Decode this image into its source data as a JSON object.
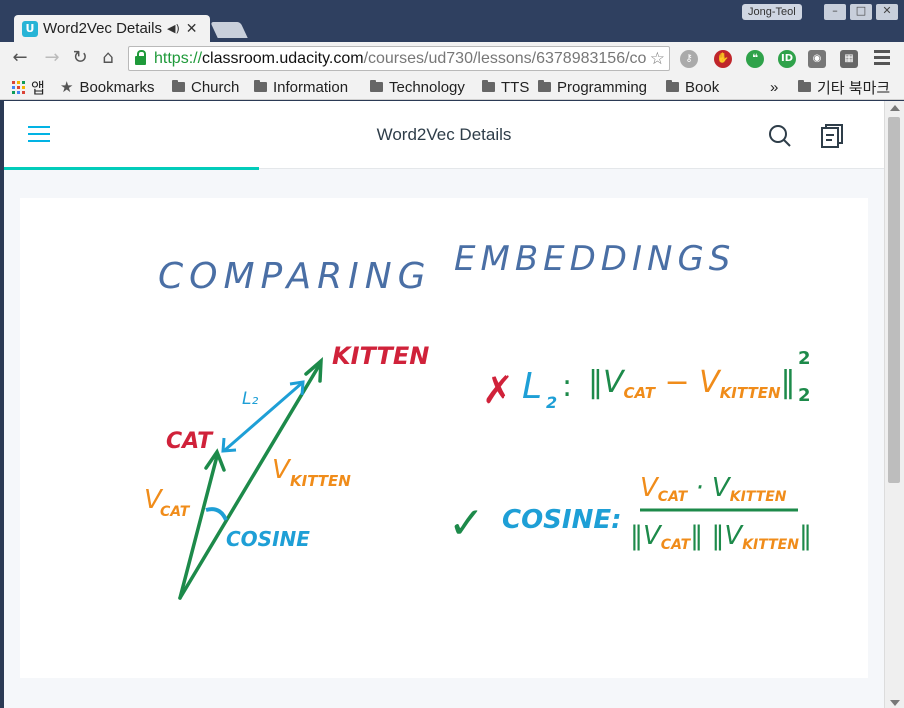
{
  "browser": {
    "tab": {
      "title": "Word2Vec Details",
      "audio_icon": "speaker-icon",
      "close_glyph": "✕"
    },
    "profile_name": "Jong-Teol",
    "url": {
      "scheme": "https://",
      "host": "classroom.udacity.com",
      "path": "/courses/ud730/lessons/6378983156/co"
    },
    "bookmarks": {
      "apps_label": "앱",
      "items": [
        "Bookmarks",
        "Church",
        "Information",
        "Technology",
        "TTS",
        "Programming",
        "Book"
      ],
      "overflow": "»",
      "other_label": "기타 북마크"
    }
  },
  "page": {
    "title": "Word2Vec Details",
    "progress_fraction": 0.29
  },
  "whiteboard": {
    "heading_left": "COMPARING",
    "heading_right": "EMBEDDINGS",
    "vector_labels": {
      "kitten": "KITTEN",
      "cat": "CAT",
      "l2": "L₂",
      "v_cat": "V",
      "v_cat_sub": "CAT",
      "v_kitten": "V",
      "v_kitten_sub": "KITTEN",
      "cosine": "COSINE"
    },
    "l2_formula": {
      "mark": "✗",
      "label": "L",
      "label_sub": "2",
      "colon": ":",
      "expression": "‖V",
      "sub1": "CAT",
      "minus": " − V",
      "sub2": "KITTEN",
      "close": "‖",
      "power": "2",
      "lower": "2"
    },
    "cosine_formula": {
      "mark": "✓",
      "label": "COSINE:",
      "numerator": "V",
      "num_sub1": "CAT",
      "num_dot": " · V",
      "num_sub2": "KITTEN",
      "denominator": "‖V",
      "den_sub1": "CAT",
      "den_mid": "‖ ‖V",
      "den_sub2": "KITTEN",
      "den_close": "‖"
    },
    "colors": {
      "blue": "#4a6fa5",
      "red": "#d0223a",
      "green": "#1d8a4a",
      "orange": "#f08c1a",
      "cyan": "#1e9fd6"
    }
  }
}
